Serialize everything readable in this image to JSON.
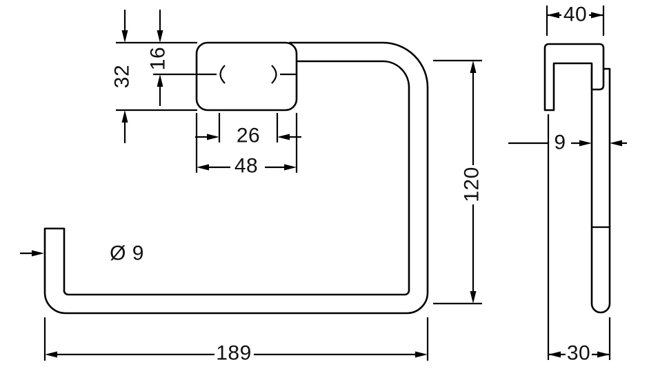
{
  "drawing": {
    "front_view": {
      "dim_plate_height": "32",
      "dim_plate_half_height": "16",
      "dim_inner_width": "26",
      "dim_plate_width": "48",
      "dim_ring_height": "120",
      "dim_ring_width": "189",
      "dim_tube_diameter": "Ø 9"
    },
    "side_view": {
      "dim_depth_top": "40",
      "dim_tube_thickness": "9",
      "dim_depth_bottom": "30"
    }
  }
}
